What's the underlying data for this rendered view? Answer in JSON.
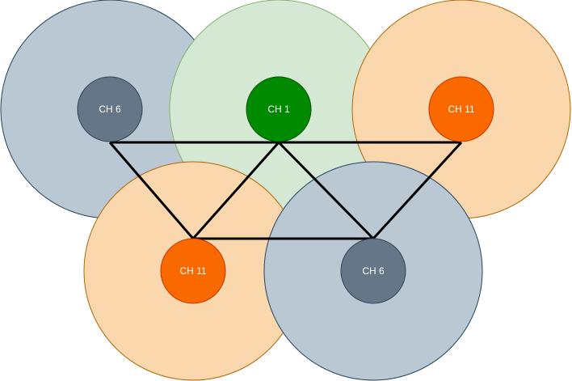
{
  "nodes": [
    {
      "id": "ap-top-left",
      "label": "CH 6",
      "coverage_fill": "#bac8d3",
      "coverage_stroke": "#23445d",
      "node_fill": "#647687",
      "node_stroke": "#314354"
    },
    {
      "id": "ap-top-mid",
      "label": "CH 1",
      "coverage_fill": "#d5e8d4",
      "coverage_stroke": "#82b366",
      "node_fill": "#008a00",
      "node_stroke": "#005700"
    },
    {
      "id": "ap-top-right",
      "label": "CH 11",
      "coverage_fill": "#fad7ac",
      "coverage_stroke": "#b46504",
      "node_fill": "#fa6800",
      "node_stroke": "#c73500"
    },
    {
      "id": "ap-bot-left",
      "label": "CH 11",
      "coverage_fill": "#fad7ac",
      "coverage_stroke": "#b46504",
      "node_fill": "#fa6800",
      "node_stroke": "#c73500"
    },
    {
      "id": "ap-bot-right",
      "label": "CH 6",
      "coverage_fill": "#bac8d3",
      "coverage_stroke": "#23445d",
      "node_fill": "#647687",
      "node_stroke": "#314354"
    }
  ],
  "links_color": "#000000"
}
